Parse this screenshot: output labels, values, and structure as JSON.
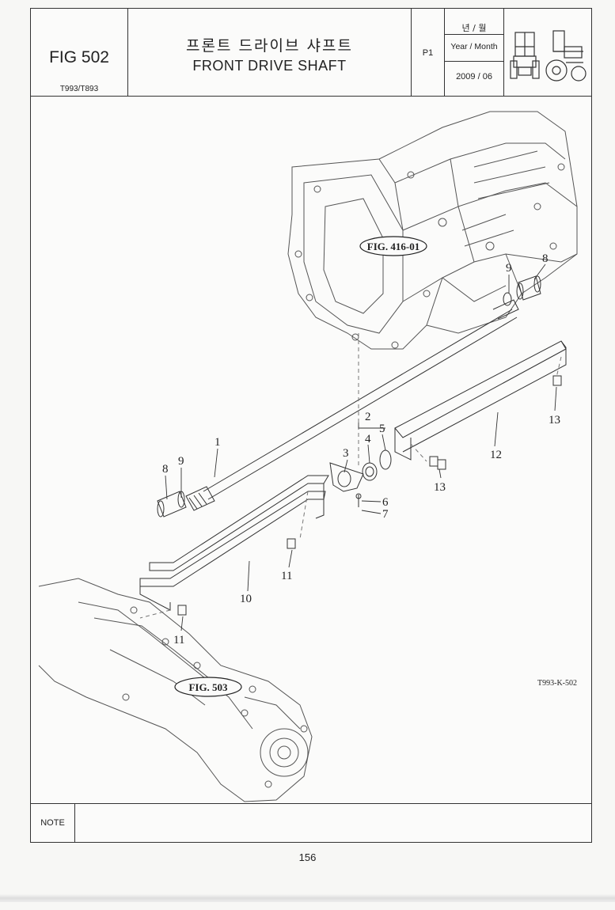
{
  "header": {
    "fig_number": "FIG 502",
    "models": "T993/T893",
    "title_korean": "프론트 드라이브 샤프트",
    "title_english": "FRONT DRIVE SHAFT",
    "page_code": "P1",
    "year_month_korean": "년 / 월",
    "year_month_english": "Year / Month",
    "date": "2009 / 06"
  },
  "diagram": {
    "references": {
      "fig_416": "FIG. 416-01",
      "fig_503": "FIG. 503"
    },
    "drawing_code": "T993-K-502",
    "callouts": {
      "c1": "1",
      "c2": "2",
      "c3": "3",
      "c4": "4",
      "c5": "5",
      "c6": "6",
      "c7": "7",
      "c8a": "8",
      "c8b": "8",
      "c9a": "9",
      "c9b": "9",
      "c10": "10",
      "c11a": "11",
      "c11b": "11",
      "c12": "12",
      "c13a": "13",
      "c13b": "13"
    }
  },
  "footer": {
    "note_label": "NOTE"
  },
  "page_number": "156"
}
